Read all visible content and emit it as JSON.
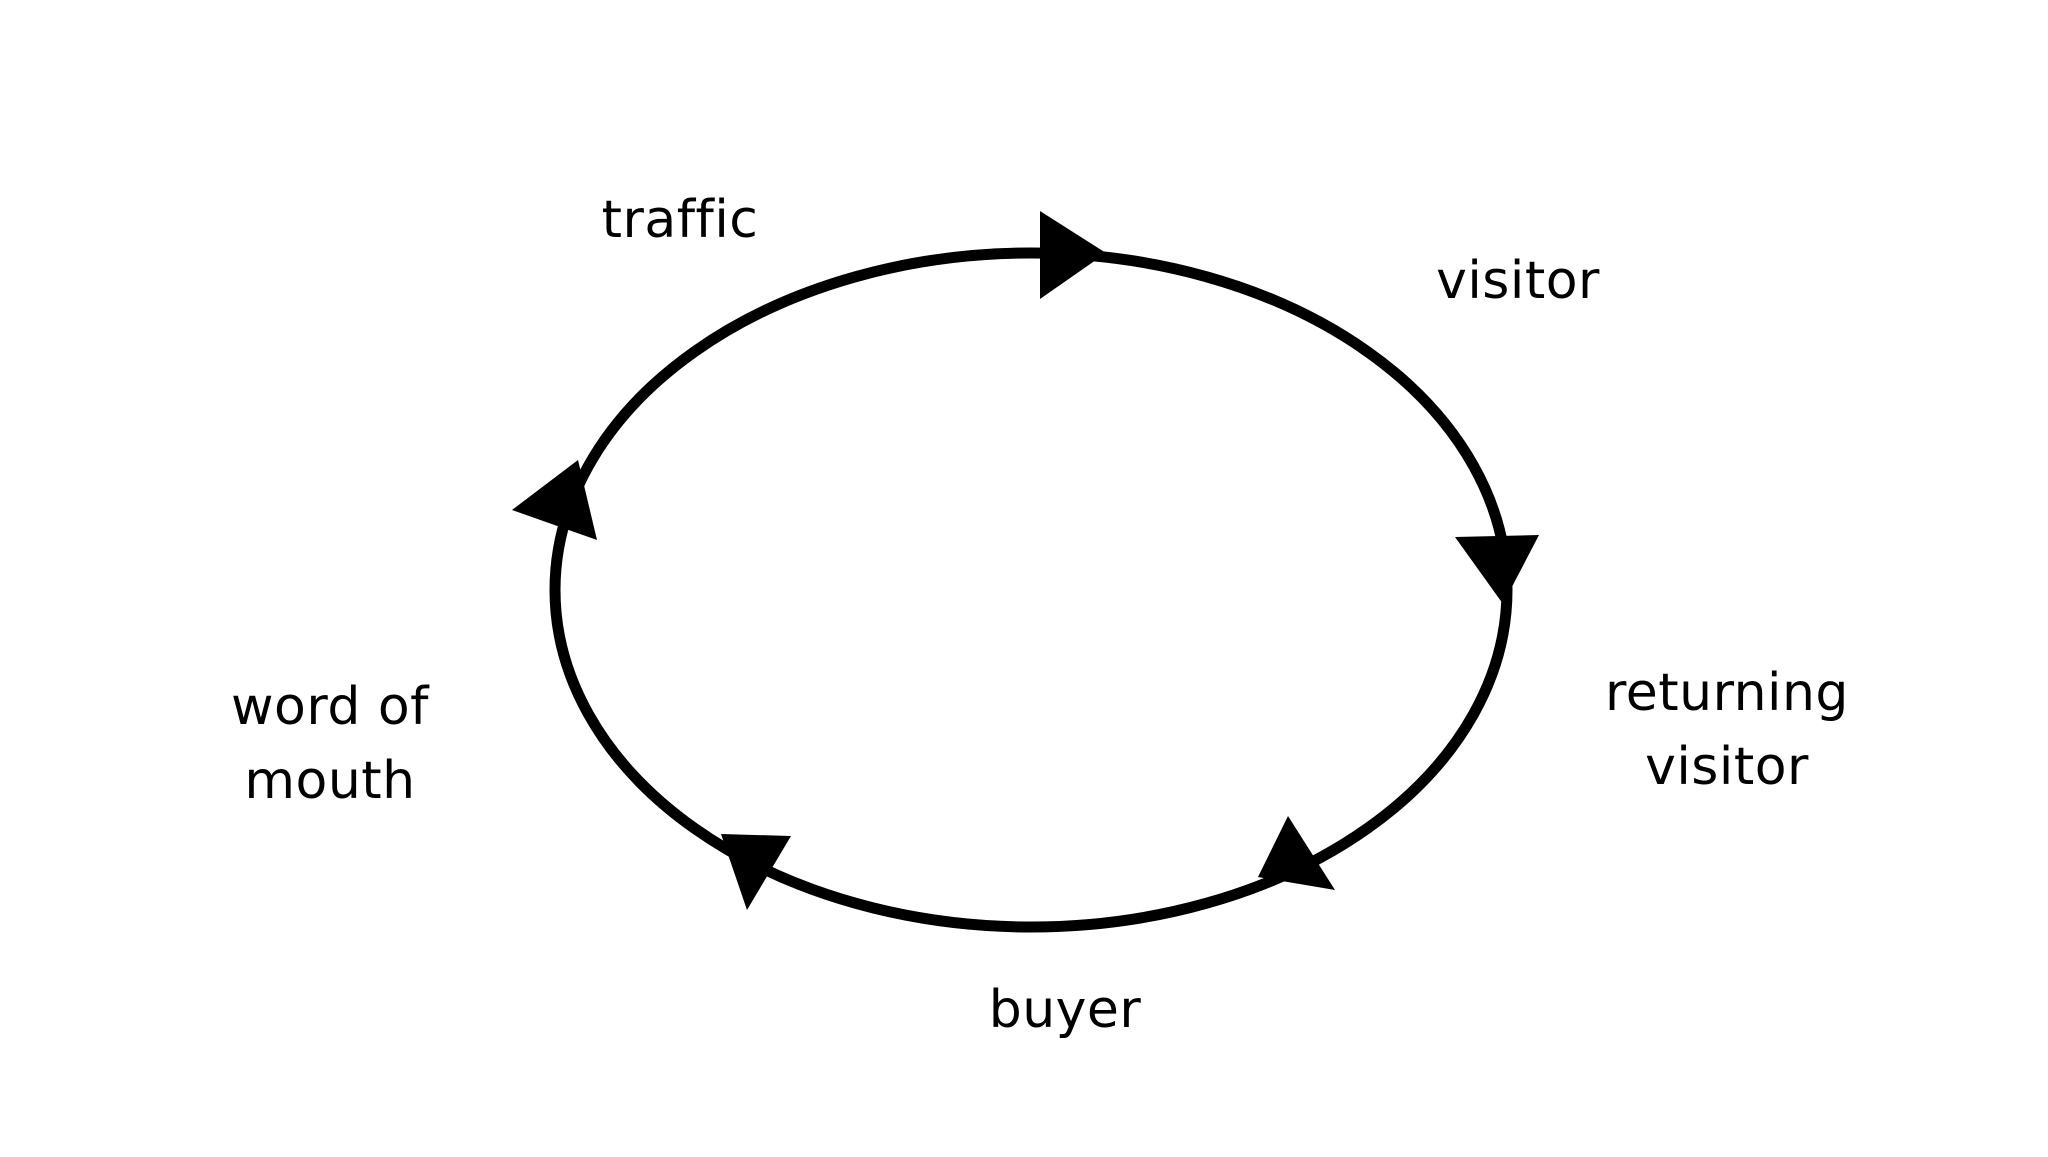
{
  "diagram": {
    "type": "cycle",
    "stroke_color": "#000000",
    "background_color": "#ffffff",
    "stages": [
      {
        "id": "traffic",
        "lines": [
          "traffic"
        ]
      },
      {
        "id": "visitor",
        "lines": [
          "visitor"
        ]
      },
      {
        "id": "returning-visitor",
        "lines": [
          "returning",
          "visitor"
        ]
      },
      {
        "id": "buyer",
        "lines": [
          "buyer"
        ]
      },
      {
        "id": "word-of-mouth",
        "lines": [
          "word of",
          "mouth"
        ]
      }
    ],
    "flow": "clockwise"
  }
}
